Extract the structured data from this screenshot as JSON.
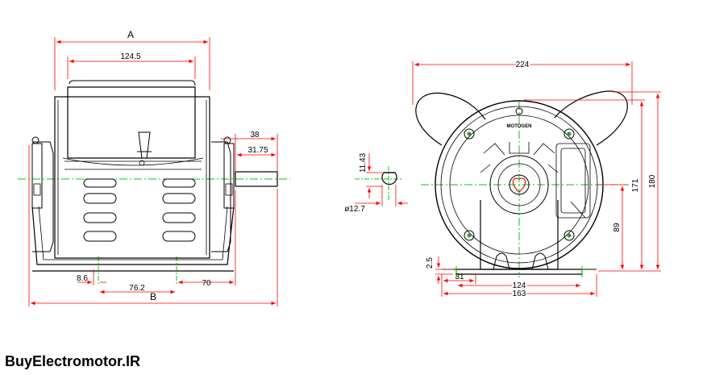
{
  "brand": "BuyElectromotor.IR",
  "side_view": {
    "dim_A": "A",
    "dim_124_5": "124.5",
    "dim_38": "38",
    "dim_31_75": "31.75",
    "dim_8_6": "8.6",
    "dim_76_2": "76.2",
    "dim_70": "70",
    "dim_B": "B"
  },
  "shaft_detail": {
    "dim_11_43": "11.43",
    "dim_dia_12_7": "ø12.7"
  },
  "front_view": {
    "dim_224": "224",
    "dim_171": "171",
    "dim_180": "180",
    "dim_89": "89",
    "dim_2_5": "2.5",
    "dim_31": "31",
    "dim_124": "124",
    "dim_163": "163",
    "nameplate": "MOTOGEN"
  },
  "colors": {
    "dimension": "#ff0000",
    "centerline": "#00cc00",
    "outline": "#000000",
    "bolt": "#2e9e2e"
  }
}
